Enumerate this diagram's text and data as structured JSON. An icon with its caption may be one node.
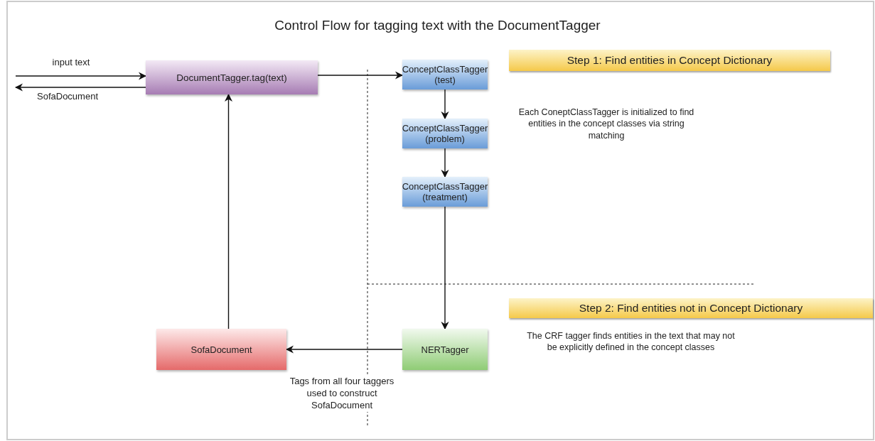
{
  "diagram": {
    "title": "Control Flow for tagging text with the DocumentTagger",
    "nodes": [
      {
        "text": [
          "DocumentTagger.tag(text)"
        ]
      },
      {
        "text": [
          "ConceptClassTagger (test)"
        ]
      },
      {
        "text": [
          "ConceptClassTagger (problem)"
        ]
      },
      {
        "text": [
          "ConceptClassTagger (treatment)"
        ]
      },
      {
        "text": [
          "NERTagger"
        ]
      },
      {
        "text": [
          "SofaDocument"
        ]
      },
      {
        "text": [
          "Step 1: Find entities in Concept Dictionary"
        ]
      },
      {
        "text": [
          "Step 2:  Find entities not in Concept Dictionary"
        ]
      }
    ],
    "edges": [
      {
        "from": null,
        "to": 0,
        "arrow": "to",
        "label": "input text"
      },
      {
        "from": 0,
        "to": null,
        "arrow": "to",
        "label": "SofaDocument"
      },
      {
        "from": 0,
        "to": 1,
        "arrow": "to"
      },
      {
        "from": 1,
        "to": 2,
        "arrow": "to"
      },
      {
        "from": 2,
        "to": 3,
        "arrow": "to"
      },
      {
        "from": 3,
        "to": 4,
        "arrow": "to"
      },
      {
        "from": 4,
        "to": 5,
        "arrow": "to",
        "label": "Tags from all four taggers used to construct SofaDocument"
      },
      {
        "from": 5,
        "to": 0,
        "arrow": "to"
      }
    ],
    "labels": [
      "Each ConeptClassTagger is initialized to find entities in the concept classes via string matching",
      "The CRF tagger finds entities in the text that may not be explicitly defined in the concept classes"
    ]
  }
}
